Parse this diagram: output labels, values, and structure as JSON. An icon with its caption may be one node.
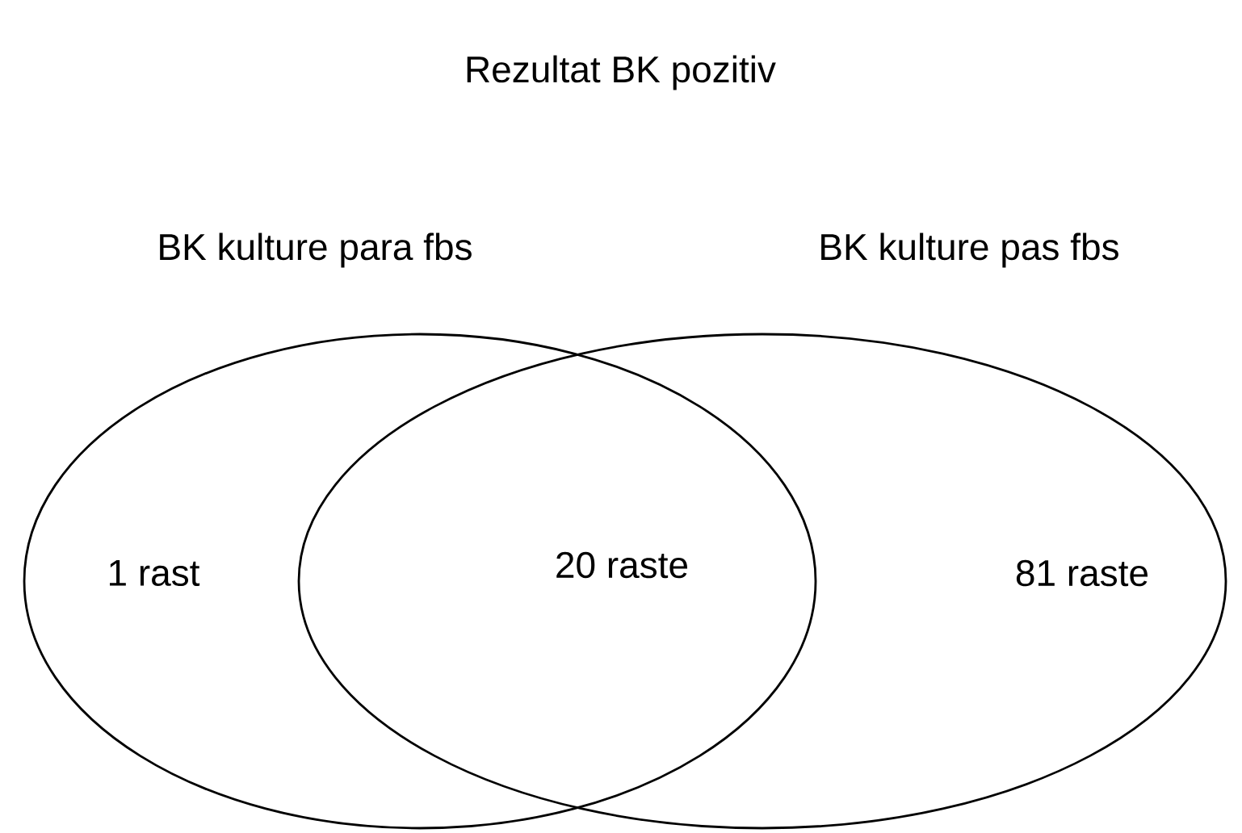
{
  "diagram": {
    "title": "Rezultat BK pozitiv",
    "nodes": [
      {
        "text": [
          "BK kulture para fbs",
          "1 rast"
        ]
      },
      {
        "text": [
          "BK kulture pas fbs",
          "81 raste"
        ]
      }
    ],
    "labels": [
      "20 raste"
    ]
  }
}
